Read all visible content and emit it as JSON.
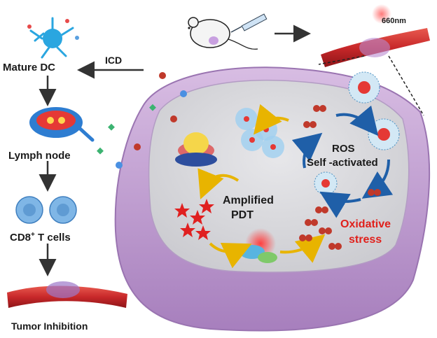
{
  "left_column": {
    "mature_dc": "Mature DC",
    "icd": "ICD",
    "lymph_node": "Lymph node",
    "cd8_prefix": "CD8",
    "cd8_sup": "+",
    "cd8_suffix": " T cells",
    "tumor_inhibition": "Tumor Inhibition"
  },
  "top": {
    "laser": "660nm"
  },
  "cell": {
    "ros": "ROS",
    "self_activated": "Self -activated",
    "amplified": "Amplified",
    "pdt": "PDT",
    "oxidative": "Oxidative",
    "stress": "stress"
  },
  "colors": {
    "cell_fill": "#c9a7d8",
    "cell_inner": "#d7d7dc",
    "highlight_red": "#e0201b",
    "arrow_dark": "#333333",
    "vessel_red": "#c8282a"
  }
}
